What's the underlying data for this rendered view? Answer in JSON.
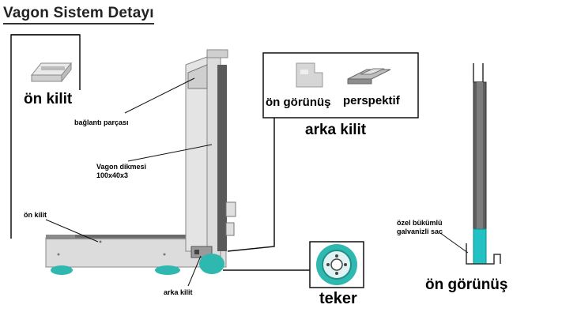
{
  "title": "Vagon Sistem Detayı",
  "labels": {
    "on_kilit_box": "ön kilit",
    "baglanti_parcasi": "bağlantı parçası",
    "vagon_dikmesi_line1": "Vagon dikmesi",
    "vagon_dikmesi_line2": "100x40x3",
    "on_kilit_small": "ön kilit",
    "arka_kilit_small": "arka kilit",
    "on_gorunus_inset": "ön görünüş",
    "perspektif": "perspektif",
    "arka_kilit_big": "arka kilit",
    "teker": "teker",
    "ozel_bukumlu_line1": "özel bükümlü",
    "ozel_bukumlu_line2": "galvanizli sac",
    "on_gorunus_big": "ön görünüş"
  },
  "colors": {
    "wheel": "#2fb8b0",
    "metal": "#dcdcdc",
    "metal_dark": "#7a7a7a",
    "post_dark": "#5a5a5a",
    "galvanized": "#22c1c3",
    "line": "#111111"
  }
}
